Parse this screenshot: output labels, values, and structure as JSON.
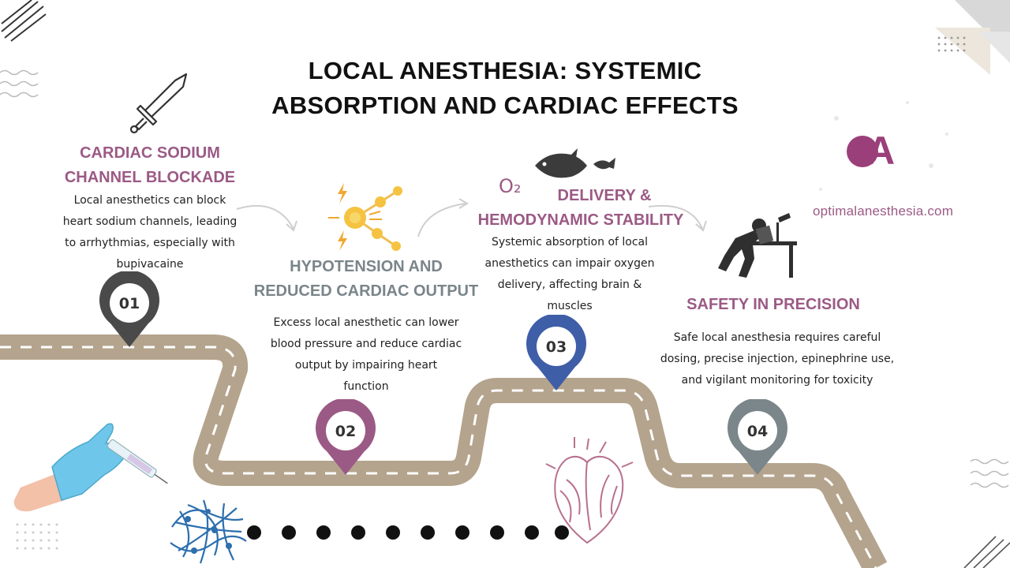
{
  "title_line1": "LOCAL ANESTHESIA: SYSTEMIC",
  "title_line2": "ABSORPTION AND CARDIAC EFFECTS",
  "steps": [
    {
      "number": "01",
      "heading_line1": "CARDIAC SODIUM",
      "heading_line2": "CHANNEL BLOCKADE",
      "text_lines": [
        "Local anesthetics can block",
        "heart sodium channels, leading",
        "to arrhythmias, especially with",
        "bupivacaine"
      ],
      "marker_color": "#4a4a4a"
    },
    {
      "number": "02",
      "heading_line1": "HYPOTENSION AND",
      "heading_line2": "REDUCED CARDIAC OUTPUT",
      "text_lines": [
        "Excess local anesthetic can lower",
        "blood pressure and reduce cardiac",
        "output by impairing heart",
        "function"
      ],
      "marker_color": "#9b5a85"
    },
    {
      "number": "03",
      "heading_prefix": "O₂",
      "heading_line1": "DELIVERY &",
      "heading_line2": "HEMODYNAMIC STABILITY",
      "text_lines": [
        "Systemic absorption of local",
        "anesthetics can impair oxygen",
        "delivery, affecting brain &",
        "muscles"
      ],
      "marker_color": "#3f5ea8"
    },
    {
      "number": "04",
      "heading_line1": "SAFETY IN PRECISION",
      "text_lines": [
        "Safe local anesthesia requires careful",
        "dosing, precise injection, epinephrine use,",
        "and vigilant monitoring for toxicity"
      ],
      "marker_color": "#7b868a"
    }
  ],
  "brand": {
    "logo_text": "A",
    "website": "optimalanesthesia.com",
    "color": "#9b3f7a"
  },
  "colors": {
    "road": "#b4a48d",
    "road_dash": "#ffffff",
    "accent_purple": "#9b5a85",
    "accent_grey": "#7a858a",
    "accent_blue": "#3f5ea8"
  },
  "icons": [
    "sword-icon",
    "molecule-icon",
    "fish-icon",
    "person-desk-icon",
    "syringe-hand-icon",
    "neuron-network-icon",
    "heart-icon"
  ]
}
